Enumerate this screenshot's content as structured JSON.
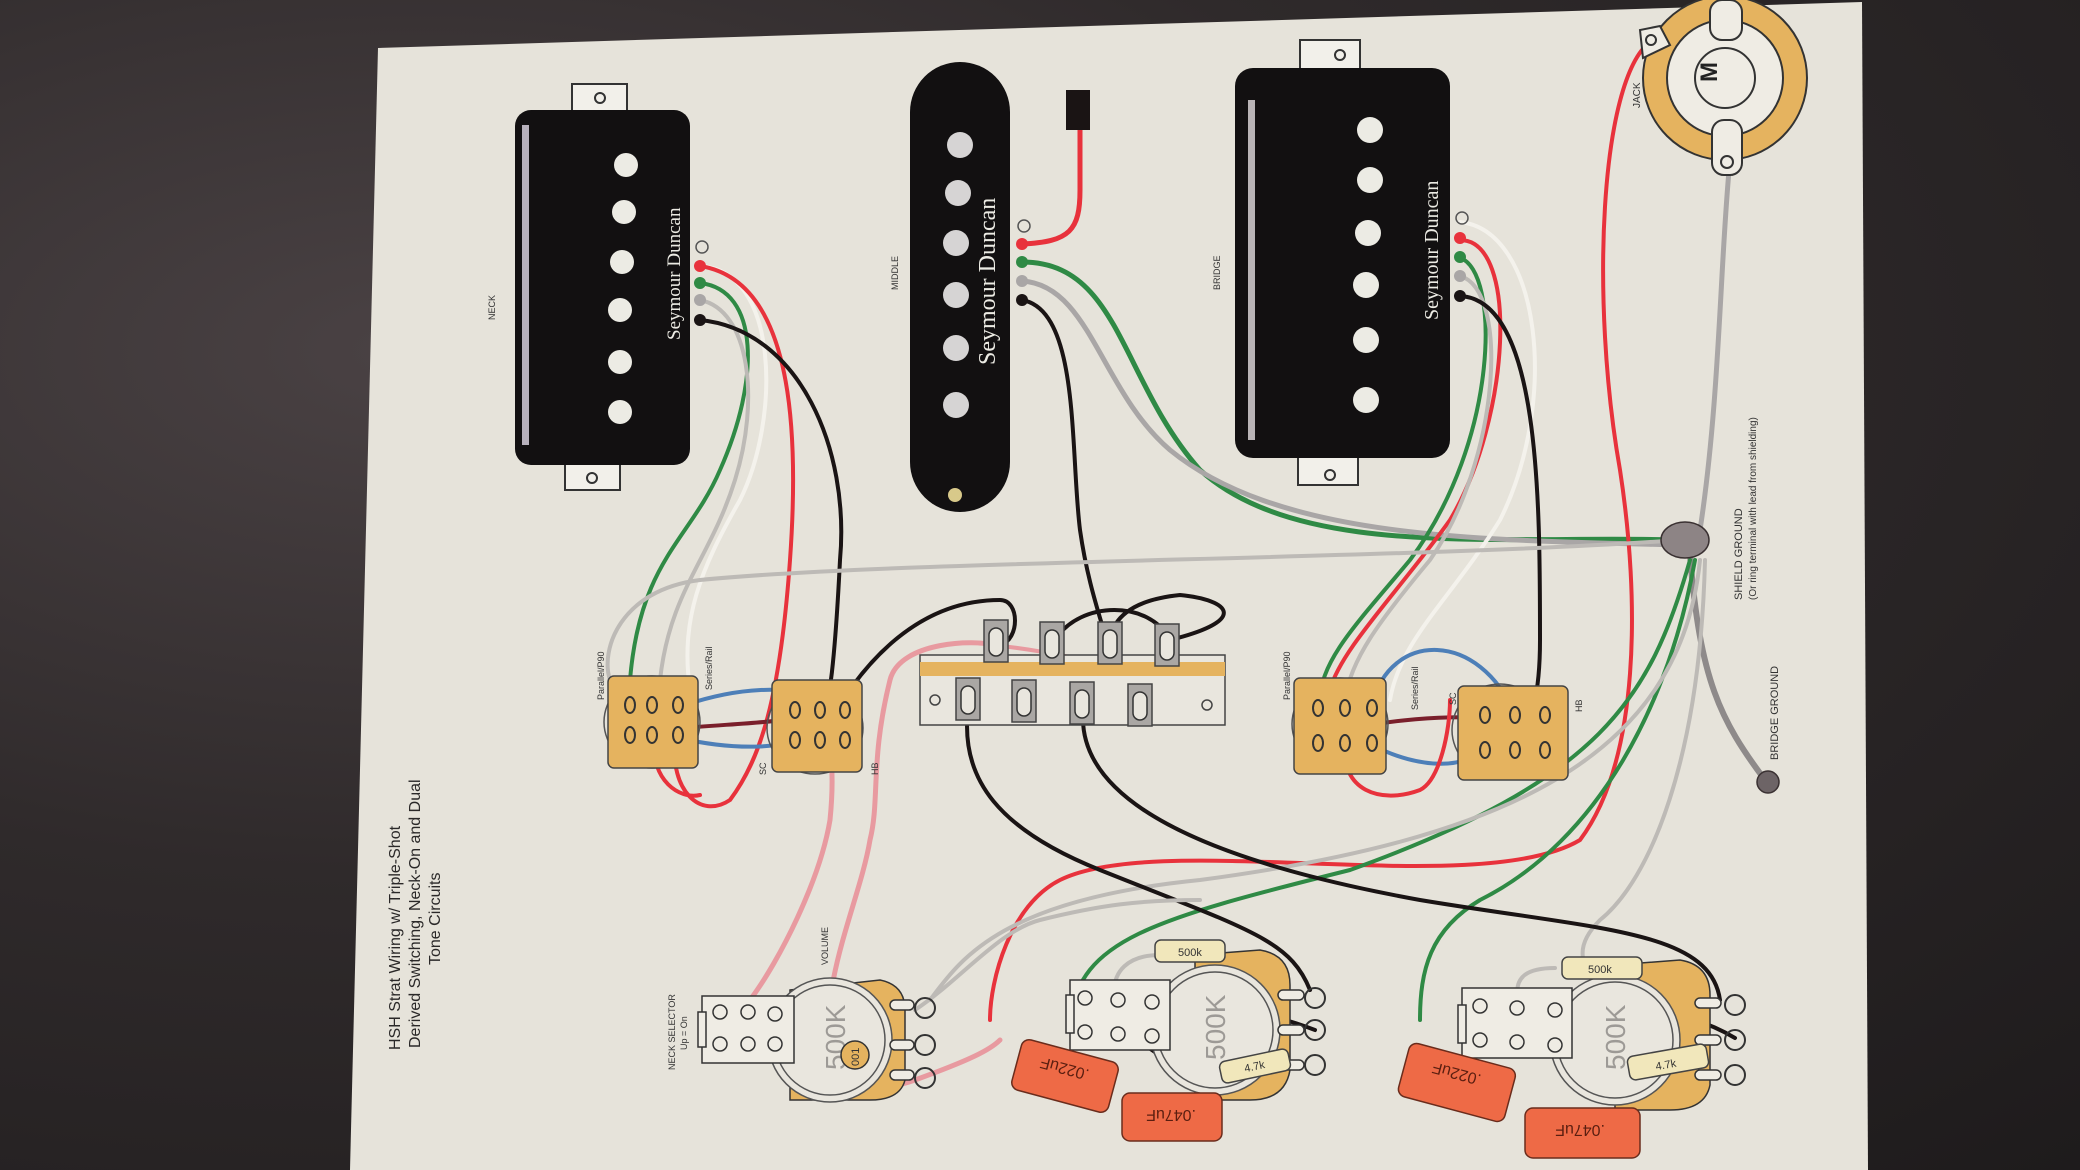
{
  "title": {
    "line1": "HSH Strat Wiring w/ Triple-Shot",
    "line2": "Derived Switching, Neck-On and Dual",
    "line3": "Tone Circuits"
  },
  "pickups": {
    "neck": {
      "label": "NECK",
      "brand": "Seymour Duncan",
      "type": "humbucker"
    },
    "middle": {
      "label": "MIDDLE",
      "brand": "Seymour Duncan",
      "type": "single-coil"
    },
    "bridge": {
      "label": "BRIDGE",
      "brand": "Seymour Duncan",
      "type": "humbucker"
    }
  },
  "lead_colors": {
    "bare": "#ffffff",
    "red": "#e8323c",
    "green": "#2f8a45",
    "gray": "#a9a6a6",
    "black": "#1a1414",
    "blue": "#4d7fb8",
    "pink": "#e89aa0",
    "maroon": "#7a1f2b"
  },
  "triple_shot_neck": {
    "left_label": "Parallel/P90",
    "mid_label": "Series/Rail",
    "sc_label": "SC",
    "hb_label": "HB"
  },
  "triple_shot_bridge": {
    "left_label": "Parallel/P90",
    "mid_label": "Series/Rail",
    "sc_label": "SC",
    "hb_label": "HB"
  },
  "jack": {
    "label": "JACK",
    "symbol": "M"
  },
  "grounds": {
    "shield_label": "SHIELD GROUND",
    "shield_note": "(Or ring terminal with lead from shielding)",
    "bridge_label": "BRIDGE GROUND"
  },
  "volume": {
    "label": "VOLUME",
    "pot_value": "500K",
    "cap_value": "001",
    "selector_label": "NECK SELECTOR",
    "selector_note": "Up = On"
  },
  "tone1": {
    "pot_value": "500K",
    "resistor_top": "500k",
    "resistor_side": "4.7k",
    "cap1": ".022uF",
    "cap2": ".047uF"
  },
  "tone2": {
    "pot_value": "500K",
    "resistor_top": "500k",
    "resistor_side": "4.7k",
    "cap1": ".022uF",
    "cap2": ".047uF"
  }
}
